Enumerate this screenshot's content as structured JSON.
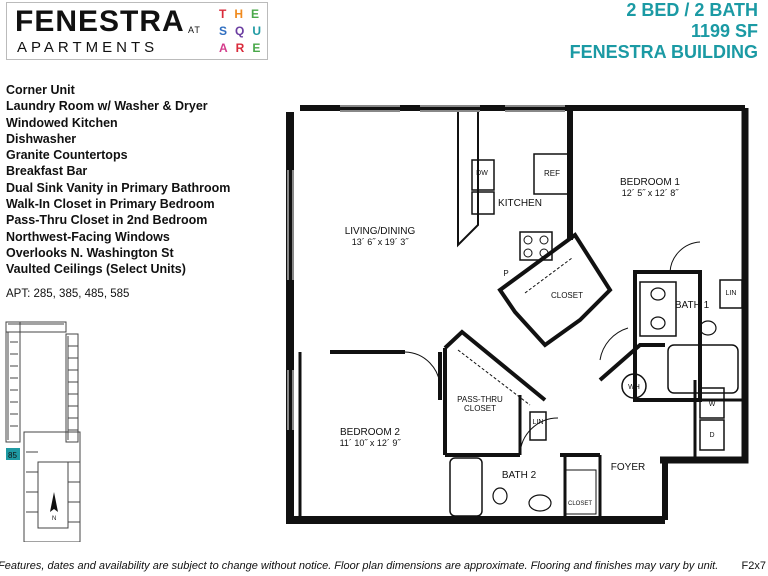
{
  "brand": {
    "name": "FENESTRA",
    "subtitle": "APARTMENTS",
    "at": "AT",
    "square_letters": [
      "T",
      "H",
      "E",
      "S",
      "Q",
      "U",
      "A",
      "R",
      "E"
    ]
  },
  "unit": {
    "layout": "2 BED / 2 BATH",
    "area": "1199 SF",
    "building": "FENESTRA BUILDING"
  },
  "features": [
    "Corner Unit",
    "Laundry Room w/ Washer & Dryer",
    "Windowed Kitchen",
    "Dishwasher",
    "Granite Countertops",
    "Breakfast Bar",
    "Dual Sink Vanity in Primary Bathroom",
    "Walk-In Closet in Primary Bedroom",
    "Pass-Thru Closet in 2nd Bedroom",
    "Northwest-Facing Windows",
    "Overlooks N. Washington St",
    "Vaulted Ceilings (Select Units)"
  ],
  "apartments": "APT: 285, 385, 485, 585",
  "minimap": {
    "highlight_label": "85",
    "north": "N"
  },
  "rooms": {
    "living_name": "LIVING/DINING",
    "living_dims": "13´ 6˝ x 19´ 3˝",
    "kitchen": "KITCHEN",
    "dw": "DW",
    "ref": "REF",
    "pantry": "P",
    "closet1": "CLOSET",
    "bed1_name": "BEDROOM 1",
    "bed1_dims": "12´ 5˝ x 12´ 8˝",
    "bath1": "BATH 1",
    "lin1": "LIN",
    "wh": "WH",
    "washer": "W",
    "dryer": "D",
    "foyer": "FOYER",
    "pass_thru_1": "PASS-THRU",
    "pass_thru_2": "CLOSET",
    "lin2": "LIN",
    "bed2_name": "BEDROOM 2",
    "bed2_dims": "11´ 10˝ x 12´ 9˝",
    "bath2": "BATH 2",
    "closet2": "CLOSET"
  },
  "footer": {
    "disclaimer": "Features, dates and availability are subject to change without notice. Floor plan dimensions are approximate. Flooring and finishes may vary by unit.",
    "code": "F2x7"
  },
  "colors": {
    "accent": "#1b9aa4",
    "minimap_highlight": "#1f9aa3"
  }
}
